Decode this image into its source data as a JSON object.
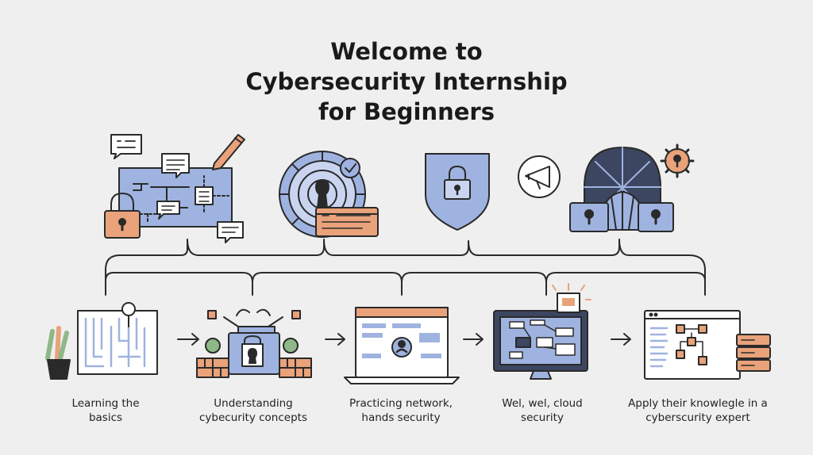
{
  "title": {
    "line1": "Welcome to",
    "line2": "Cybersecurity Internship",
    "line3": "for Beginners"
  },
  "steps": [
    {
      "line1": "Learning the",
      "line2": "basics"
    },
    {
      "line1": "Understanding",
      "line2": "cybecurity concepts"
    },
    {
      "line1": "Practicing network,",
      "line2": "hands security"
    },
    {
      "line1": "Wel,  wel,  cloud",
      "line2": "security"
    },
    {
      "line1": "Apply their knowlegle in a",
      "line2": "cyberscurity expert"
    }
  ],
  "colors": {
    "background": "#efefef",
    "ink": "#2a2a2a",
    "blue": "#9fb3e0",
    "blue_light": "#c9d5f0",
    "orange": "#e9a27a",
    "green": "#8fb889",
    "navy": "#3c4660"
  },
  "icons": [
    "padlock-icon",
    "chat-bubble-icon",
    "pencil-icon",
    "circuit-board-icon",
    "vault-dial-icon",
    "checkmark-badge-icon",
    "shield-lock-icon",
    "megaphone-icon",
    "dome-icon",
    "gear-lock-icon",
    "maze-icon",
    "plant-pot-icon",
    "server-lock-icon",
    "browser-window-icon",
    "laptop-icon",
    "monitor-icon",
    "flowchart-window-icon",
    "server-stack-icon",
    "arrow-right-icon"
  ]
}
